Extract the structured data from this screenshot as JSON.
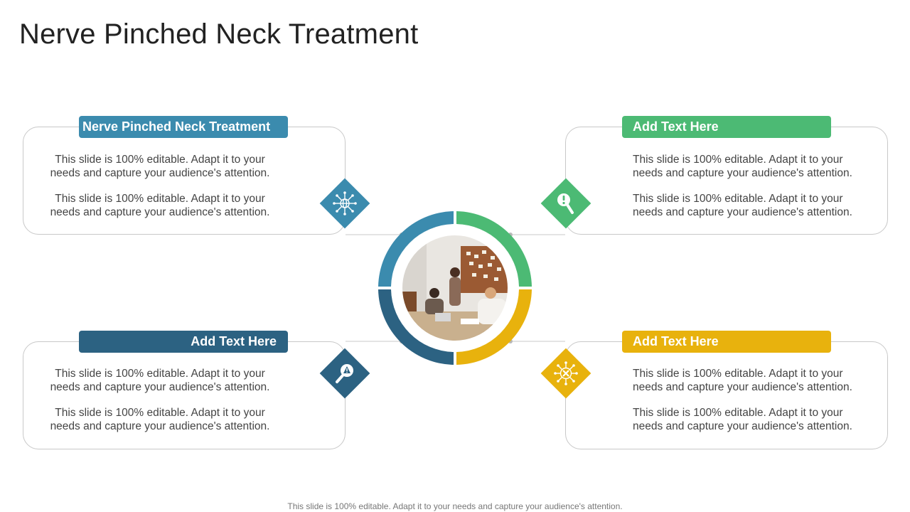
{
  "title": "Nerve Pinched Neck Treatment",
  "colors": {
    "blue": "#3b8bae",
    "green": "#4cba74",
    "navy": "#2c6282",
    "yellow": "#e8b20d"
  },
  "cards": {
    "top_left": {
      "label": "Nerve Pinched Neck Treatment",
      "icon": "globe-network-icon",
      "para1": "This slide is 100% editable. Adapt it to your needs and capture your audience's attention.",
      "para2": "This slide is 100% editable. Adapt it to your needs and capture your audience's attention."
    },
    "top_right": {
      "label": "Add Text Here",
      "icon": "exclamation-magnifier-icon",
      "para1": "This slide is 100% editable. Adapt it to your needs and capture your audience's attention.",
      "para2": "This slide is 100% editable. Adapt it to your needs and capture your audience's attention."
    },
    "bottom_left": {
      "label": "Add Text Here",
      "icon": "warning-magnifier-icon",
      "para1": "This slide is 100% editable. Adapt it to your needs and capture your audience's attention.",
      "para2": "This slide is 100% editable. Adapt it to your needs and capture your audience's attention."
    },
    "bottom_right": {
      "label": "Add Text Here",
      "icon": "tools-network-icon",
      "para1": "This slide is 100% editable. Adapt it to your needs and capture your audience's attention.",
      "para2": "This slide is 100% editable. Adapt it to your needs and capture your audience's attention."
    }
  },
  "center_image": "team-meeting-photo",
  "footer": "This slide is 100% editable. Adapt it to your needs and capture your audience's attention."
}
